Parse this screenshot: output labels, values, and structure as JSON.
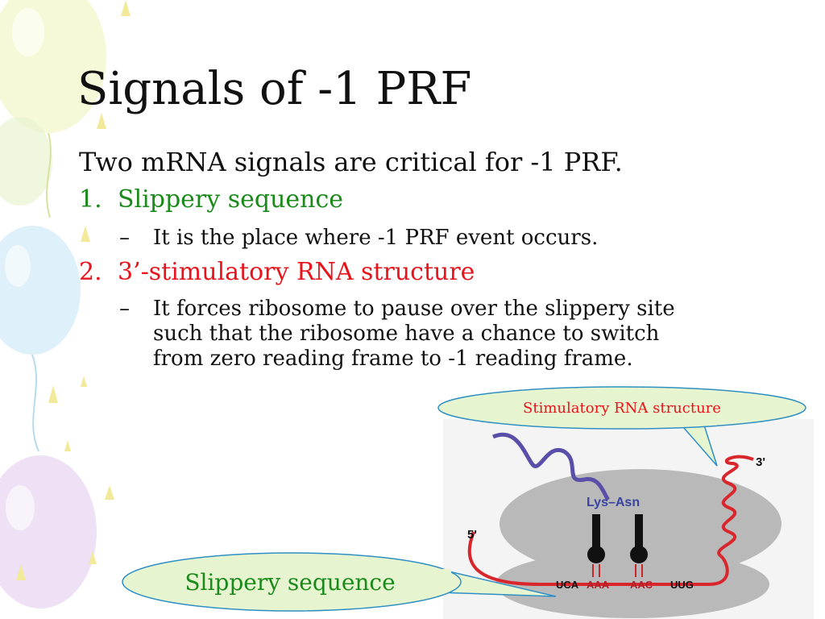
{
  "slide": {
    "title": "Signals of -1 PRF",
    "intro": "Two mRNA signals are critical for -1 PRF.",
    "items": [
      {
        "number": "1.",
        "heading": "Slippery sequence",
        "bullet_marker": "–",
        "bullet_lines": [
          "It is the place where -1 PRF event occurs."
        ]
      },
      {
        "number": "2.",
        "heading": "3’-stimulatory RNA structure",
        "bullet_marker": "–",
        "bullet_lines": [
          "It forces ribosome to pause over the slippery site",
          "such that the ribosome have a chance to switch",
          "from zero reading frame to -1 reading frame."
        ]
      }
    ],
    "colors": {
      "item1": "#1a8a1a",
      "item2": "#e8141c",
      "callout_fill": "#e6f5d0",
      "callout_border": "#2e8fc4"
    }
  },
  "callouts": {
    "stimulatory": "Stimulatory RNA structure",
    "slippery": "Slippery sequence"
  },
  "figure": {
    "label_3prime": "3'",
    "label_5prime": "5'",
    "trna_label": "Lys–Asn",
    "codons": [
      "UCA",
      "AAA",
      "AAC",
      "UUG"
    ]
  }
}
